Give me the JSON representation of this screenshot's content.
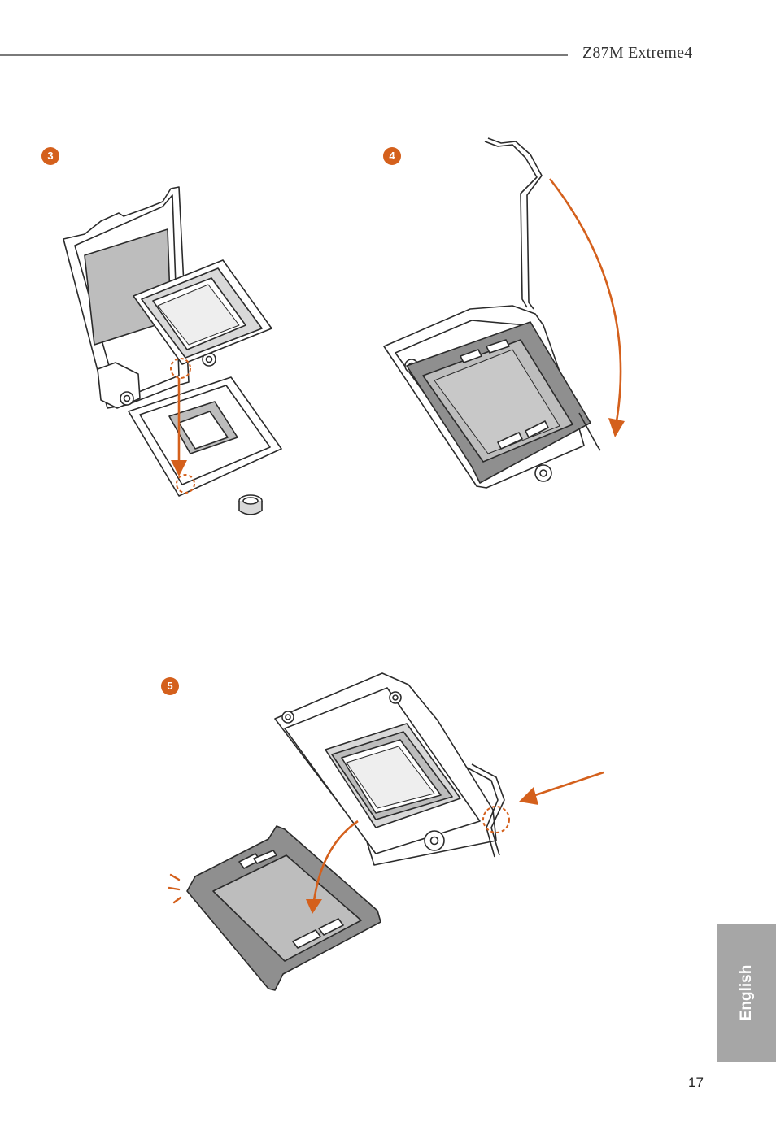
{
  "header": {
    "title": "Z87M Extreme4"
  },
  "steps": [
    {
      "number": "3"
    },
    {
      "number": "4"
    },
    {
      "number": "5"
    }
  ],
  "sidebar": {
    "language_tab": "English"
  },
  "footer": {
    "page_number": "17"
  },
  "colors": {
    "accent": "#d4601c",
    "line": "#2b2b2b",
    "fill_gray": "#bdbdbd",
    "fill_dark": "#8f8f8f",
    "tab_gray": "#a6a6a6"
  }
}
